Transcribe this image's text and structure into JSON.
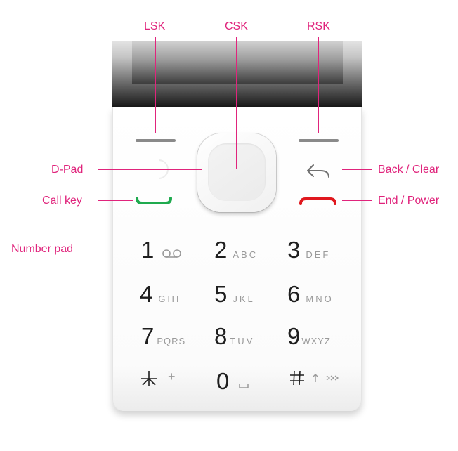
{
  "labels": {
    "lsk": "LSK",
    "csk": "CSK",
    "rsk": "RSK",
    "dpad": "D-Pad",
    "call_key": "Call key",
    "number_pad": "Number pad",
    "back_clear": "Back / Clear",
    "end_power": "End / Power"
  },
  "keypad": [
    {
      "digit": "1",
      "letters": ""
    },
    {
      "digit": "2",
      "letters": "ABC"
    },
    {
      "digit": "3",
      "letters": "DEF"
    },
    {
      "digit": "4",
      "letters": "GHI"
    },
    {
      "digit": "5",
      "letters": "JKL"
    },
    {
      "digit": "6",
      "letters": "MNO"
    },
    {
      "digit": "7",
      "letters": "PQRS"
    },
    {
      "digit": "8",
      "letters": "TUV"
    },
    {
      "digit": "9",
      "letters": "WXYZ"
    },
    {
      "digit": "*",
      "letters": "+"
    },
    {
      "digit": "0",
      "letters": ""
    },
    {
      "digit": "#",
      "letters": ""
    }
  ],
  "icons": {
    "key1": "voicemail-icon",
    "key0": "space-icon",
    "keyhash": "shift-arrow-icon",
    "back": "back-arrow-icon"
  },
  "colors": {
    "annotation": "#e0247c",
    "call_key": "#1faa4e",
    "end_key": "#e0181e"
  }
}
